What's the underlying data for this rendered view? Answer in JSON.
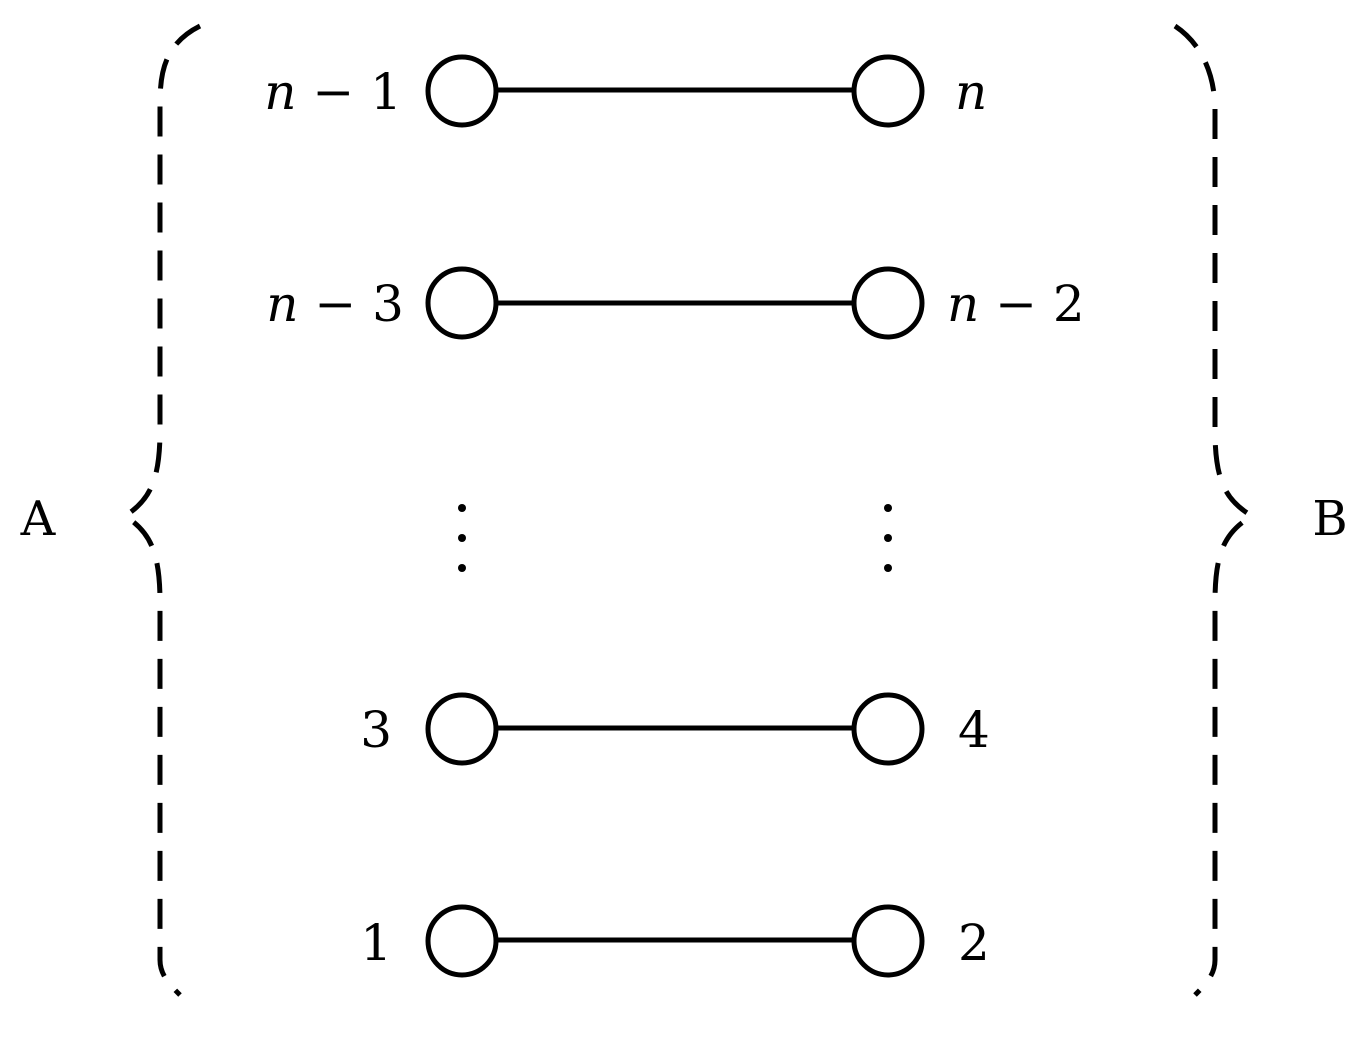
{
  "diagram": {
    "set_a_label": "A",
    "set_b_label": "B",
    "rows": [
      {
        "left": {
          "label_var": "n",
          "label_rest": " − 1"
        },
        "right": {
          "label_var": "n",
          "label_rest": ""
        }
      },
      {
        "left": {
          "label_var": "n",
          "label_rest": " − 3"
        },
        "right": {
          "label_var": "n",
          "label_rest": " − 2"
        }
      },
      {
        "left": {
          "label_var": "",
          "label_rest": "3"
        },
        "right": {
          "label_var": "",
          "label_rest": "4"
        }
      },
      {
        "left": {
          "label_var": "",
          "label_rest": "1"
        },
        "right": {
          "label_var": "",
          "label_rest": "2"
        }
      }
    ],
    "colors": {
      "stroke": "#000000",
      "node_fill": "#ffffff",
      "background": "#ffffff"
    }
  }
}
